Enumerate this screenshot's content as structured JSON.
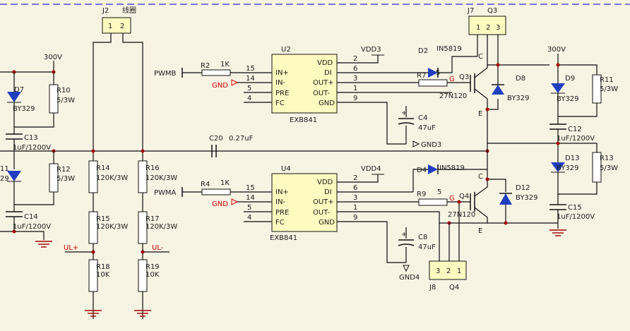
{
  "labels": {
    "J2": "J2",
    "J2_coil": "线圈",
    "J2_p1": "1",
    "J2_p2": "2",
    "J7": "J7",
    "J7_q": "Q3",
    "J7_p1": "1",
    "J7_p2": "2",
    "J7_p3": "3",
    "J8": "J8",
    "J8_q": "Q4",
    "J8_p1": "1",
    "J8_p2": "2",
    "J8_p3": "3",
    "U2": "U2",
    "U2_part": "EXB841",
    "U4": "U4",
    "U4_part": "EXB841",
    "pin_in_plus": "IN+",
    "pin_in_minus": "IN-",
    "pin_pre": "PRE",
    "pin_fc": "FC",
    "pin_vdd": "VDD",
    "pin_di": "DI",
    "pin_out_plus": "OUT+",
    "pin_out_minus": "OUT-",
    "pin_gnd": "GND",
    "n15": "15",
    "n14": "14",
    "n5": "5",
    "n4": "4",
    "n2": "2",
    "n6": "6",
    "n3": "3",
    "n1": "1",
    "n9": "9",
    "VDD3": "VDD3",
    "VDD4": "VDD4",
    "GND3": "GND3",
    "GND4": "GND4",
    "GND": "GND",
    "PWMB": "PWMB",
    "PWMA": "PWMA",
    "R2": "R2",
    "R4": "R4",
    "R1K": "1K",
    "R7": "R7",
    "R9": "R9",
    "G": "G",
    "five": "5",
    "D2": "D2",
    "D4": "D4",
    "IN5819": "IN5819",
    "C4": "C4",
    "C8": "C8",
    "uf47": "47uF",
    "plus": "+",
    "Q3": "Q3",
    "Q4": "Q4",
    "IGBT": "27N120",
    "C": "C",
    "E": "E",
    "D8": "D8",
    "D12": "D12",
    "BY329": "BY329",
    "D9": "D9",
    "D13": "D13",
    "D7": "D7",
    "D11": "11",
    "R11": "R11",
    "R13": "R13",
    "R10": "R10",
    "R12": "R12",
    "W53": "5/3W",
    "C12": "C12",
    "C15": "C15",
    "C13": "C13",
    "C14": "C14",
    "C1200": "1uF/1200V",
    "V300": "300V",
    "C20": "C20",
    "C20v": "0.27uF",
    "R14": "R14",
    "R15": "R15",
    "R16": "R16",
    "R17": "R17",
    "R120K": "120K/3W",
    "R18": "R18",
    "R19": "R19",
    "R10K": "10K",
    "ULp": "UL+",
    "ULm": "UL-",
    "n29": "29"
  }
}
